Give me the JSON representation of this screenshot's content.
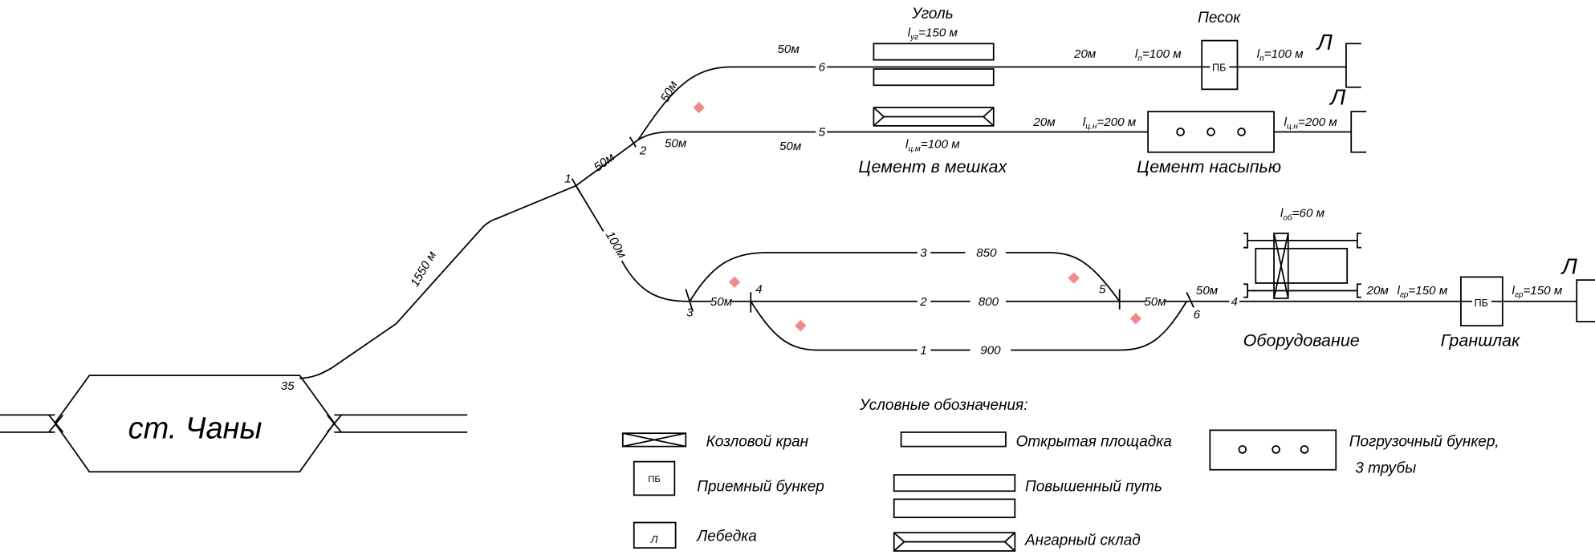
{
  "station": {
    "name": "ст. Чаны",
    "switch_number": "35",
    "approach_length": "1550 м"
  },
  "switches": {
    "s1": "1",
    "s2": "2",
    "s3": "3",
    "s4": "4",
    "s5": "5",
    "s6": "6"
  },
  "segments": {
    "s1_s2": "50м",
    "s1_s3": "100м",
    "track6_curve": "50м",
    "track6_straight": "50м",
    "track5_curve": "50м",
    "track5_straight": "50м",
    "track6_label": "6",
    "track5_label": "5",
    "coal_gap": "20м",
    "cement_gap": "20м",
    "s3_s4": "50м",
    "s5_s6": "50м",
    "after_s6": "50м",
    "track4_label": "4",
    "equip_gap": "20м"
  },
  "loop_tracks": [
    {
      "number": "3",
      "length": "850"
    },
    {
      "number": "2",
      "length": "800"
    },
    {
      "number": "1",
      "length": "900"
    }
  ],
  "facilities": {
    "coal": {
      "name": "Уголь",
      "l": "l",
      "sub": "уг",
      "value": "=150 м"
    },
    "sand": {
      "name": "Песок",
      "l": "l",
      "sub": "п",
      "value": "=100 м",
      "value2": "=100 м",
      "bunker": "ПБ"
    },
    "cement_bags": {
      "name": "Цемент в мешках",
      "l": "l",
      "sub": "ц.м",
      "value": "=100 м"
    },
    "cement_bulk": {
      "name": "Цемент насыпью",
      "l": "l",
      "sub": "ц.н",
      "value": "=200 м",
      "value2": "=200 м"
    },
    "equipment": {
      "name": "Оборудование",
      "l": "l",
      "sub": "об",
      "value": "=60 м"
    },
    "granslag": {
      "name": "Граншлак",
      "l": "l",
      "sub": "гр",
      "value": "=150 м",
      "value2": "=150 м",
      "bunker": "ПБ"
    },
    "winch_symbol": "Л"
  },
  "legend": {
    "title": "Условные обозначения:",
    "items": {
      "gantry_crane": "Козловой кран",
      "receiving_bunker": "Приемный бункер",
      "receiving_bunker_symbol": "ПБ",
      "winch": "Лебедка",
      "winch_symbol": "Л",
      "open_platform": "Открытая площадка",
      "raised_track": "Повышенный путь",
      "hangar": "Ангарный склад",
      "loading_bunker": "Погрузочный бункер,",
      "loading_bunker_2": "3 трубы"
    }
  },
  "colors": {
    "line": "#000000",
    "marker": "#f08a8a"
  }
}
